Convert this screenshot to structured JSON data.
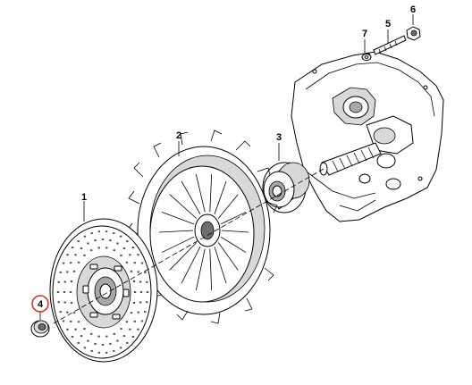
{
  "callouts": [
    {
      "id": "1",
      "label": "1"
    },
    {
      "id": "2",
      "label": "2"
    },
    {
      "id": "3",
      "label": "3"
    },
    {
      "id": "4",
      "label": "4",
      "highlighted": true
    },
    {
      "id": "5",
      "label": "5"
    },
    {
      "id": "6",
      "label": "6"
    },
    {
      "id": "7",
      "label": "7"
    }
  ],
  "colors": {
    "line": "#000000",
    "highlight_circle": "#d9342b",
    "background": "#ffffff",
    "shading": "#d8d8d8"
  },
  "parts": [
    {
      "callout": "1",
      "icon": "clutch-disc-icon"
    },
    {
      "callout": "2",
      "icon": "pressure-plate-icon"
    },
    {
      "callout": "3",
      "icon": "release-bearing-icon"
    },
    {
      "callout": "4",
      "icon": "pilot-bearing-icon"
    },
    {
      "callout": "5",
      "icon": "stud-bolt-icon"
    },
    {
      "callout": "6",
      "icon": "nut-icon"
    },
    {
      "callout": "7",
      "icon": "washer-icon"
    }
  ]
}
